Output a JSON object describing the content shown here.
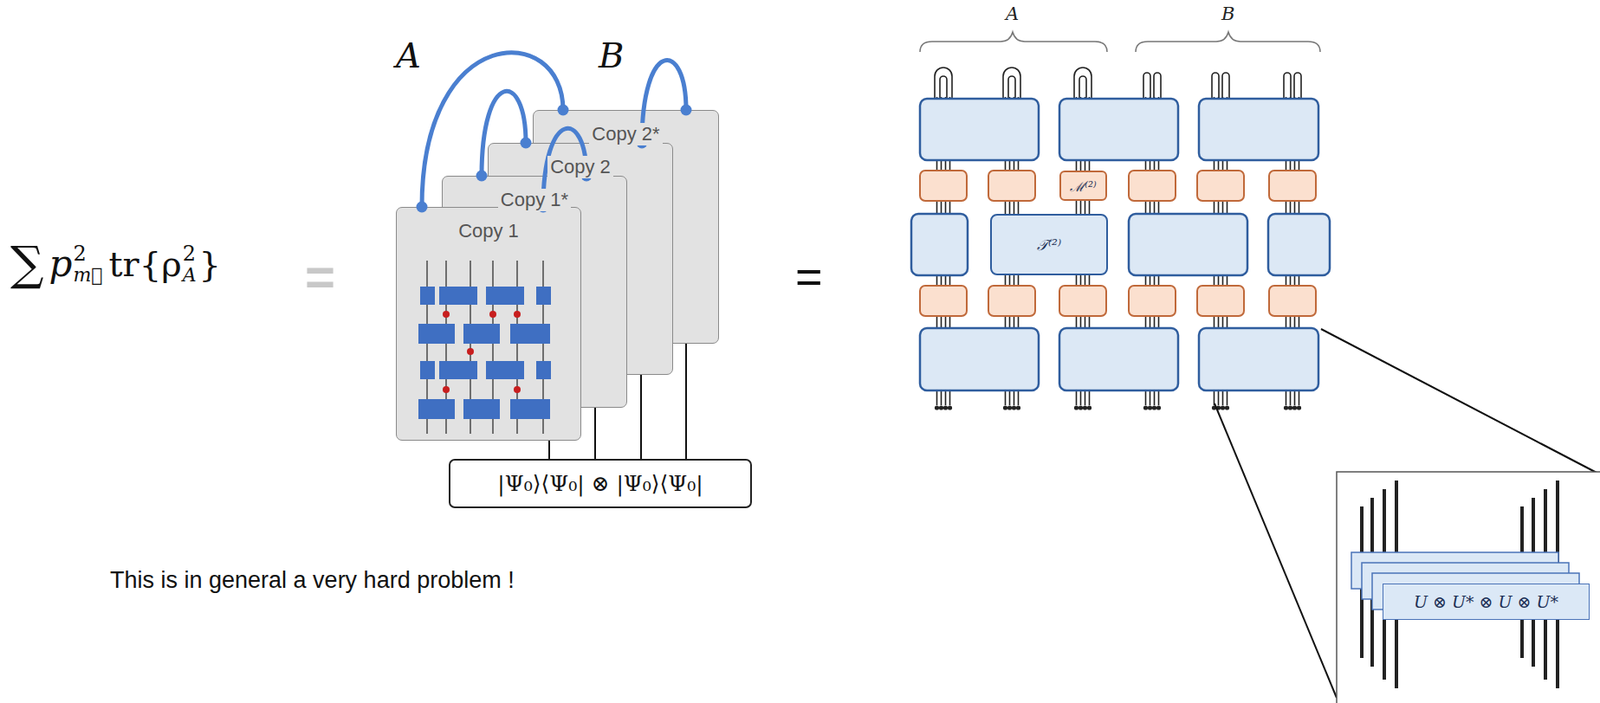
{
  "diagram": {
    "nodes": [
      {
        "text": [
          "Copy 1"
        ]
      },
      {
        "text": [
          "Copy 1*"
        ]
      },
      {
        "text": [
          "Copy 2"
        ]
      },
      {
        "text": [
          "Copy 2*"
        ]
      },
      {
        "text": [
          "|Ψ₀⟩⟨Ψ₀| ⊗ |Ψ₀⟩⟨Ψ₀|"
        ]
      },
      {
        "text": [
          "ℳ⁽²⁾"
        ]
      },
      {
        "text": [
          "𝒯⁽²⁾"
        ]
      },
      {
        "text": [
          "U ⊗ U* ⊗ U ⊗ U*"
        ]
      }
    ],
    "edges": [
      {
        "from": 0,
        "to": 4,
        "arrow": "none"
      },
      {
        "from": 1,
        "to": 4,
        "arrow": "none"
      },
      {
        "from": 2,
        "to": 4,
        "arrow": "none"
      },
      {
        "from": 3,
        "to": 4,
        "arrow": "none"
      }
    ],
    "labels": [
      "∑",
      "p",
      "2",
      "m⃗",
      "tr{ρ",
      "2",
      "A",
      "}",
      "=",
      "A",
      "B",
      "=",
      "A",
      "B",
      "This is in general a very hard problem !"
    ]
  }
}
